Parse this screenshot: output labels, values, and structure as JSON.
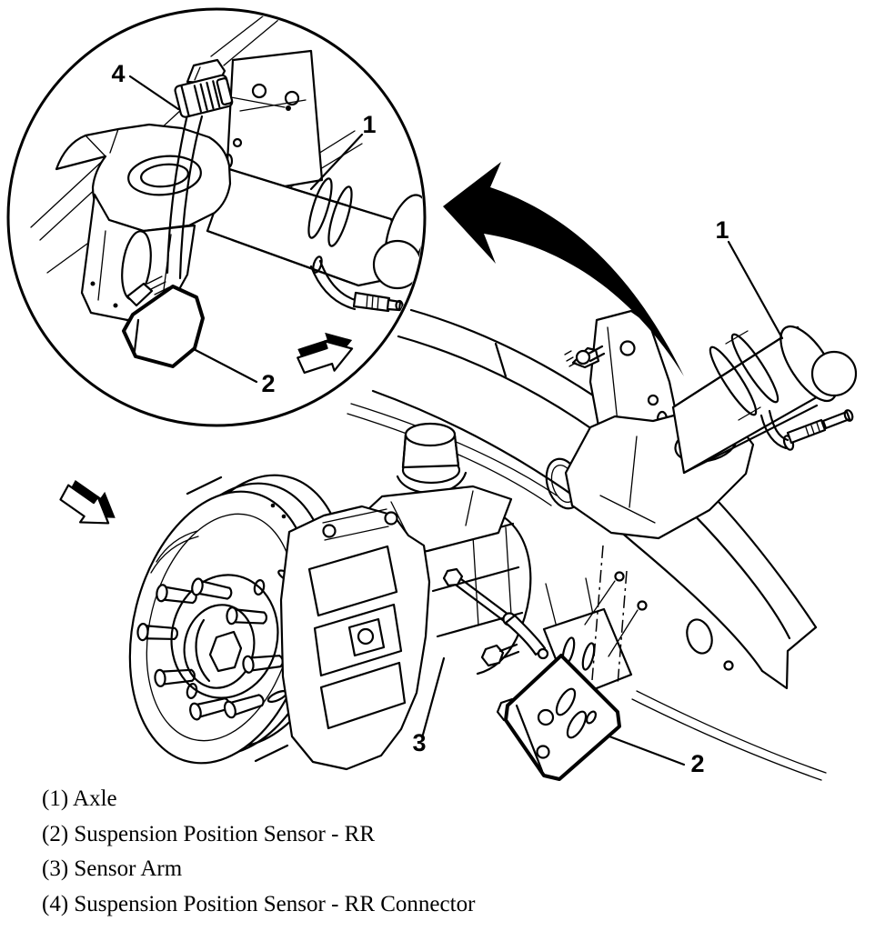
{
  "colors": {
    "background": "#ffffff",
    "ink": "#000000"
  },
  "inset": {
    "callouts": {
      "connector": "4",
      "axle": "1",
      "sensor": "2"
    }
  },
  "main": {
    "callouts": {
      "axle": "1",
      "sensor": "2",
      "sensor_arm": "3"
    }
  },
  "legend": {
    "items": [
      "(1) Axle",
      "(2) Suspension Position Sensor - RR",
      "(3) Sensor Arm",
      "(4) Suspension Position Sensor - RR Connector"
    ]
  }
}
